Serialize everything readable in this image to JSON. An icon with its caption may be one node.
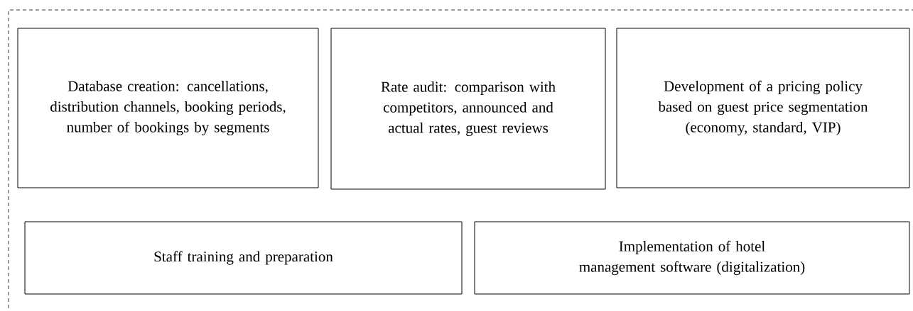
{
  "diagram": {
    "nodes": [
      {
        "text": [],
        "shape": "box"
      },
      {
        "text": [
          "Database creation: cancellations, distribution channels, booking periods, number of bookings by segments"
        ],
        "in": 0
      },
      {
        "text": [
          "Rate audit: comparison with competitors, announced and actual rates, guest reviews"
        ],
        "in": 0
      },
      {
        "text": [
          "Development of a pricing policy based on guest price segmentation (economy, standard, VIP)"
        ],
        "in": 0
      },
      {
        "text": [
          "Staff training and preparation"
        ],
        "in": 0
      },
      {
        "text": [
          "Implementation of hotel management software (digitalization)"
        ],
        "in": 0
      }
    ]
  }
}
